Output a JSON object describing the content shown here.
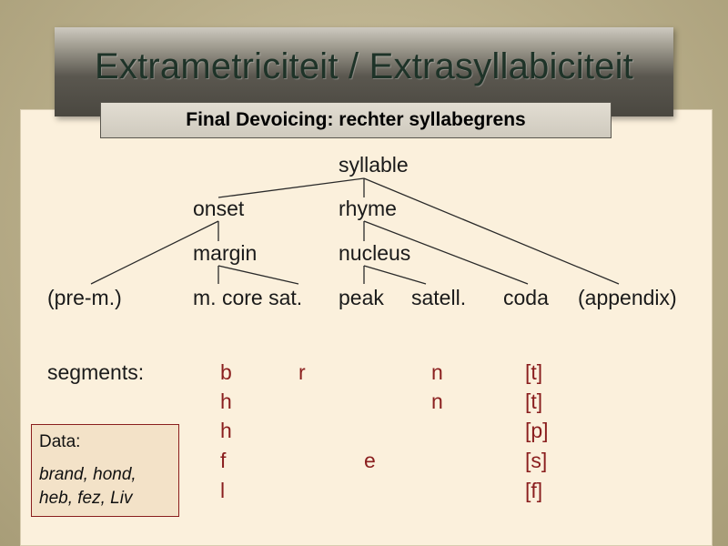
{
  "title": "Extrametriciteit / Extrasyllabiciteit",
  "subtitle": "Final Devoicing: rechter syllabegrens",
  "tree": {
    "syllable": "syllable",
    "onset": "onset",
    "rhyme": "rhyme",
    "margin": "margin",
    "nucleus": "nucleus",
    "pre_margin": "(pre-m.)",
    "margin_core_sat": "m. core sat.",
    "peak": "peak",
    "satell": "satell.",
    "coda": "coda",
    "appendix": "(appendix)"
  },
  "segments_label": "segments:",
  "segments": {
    "row1": [
      "b",
      "r",
      "",
      "n",
      "[t]"
    ],
    "row2": [
      "h",
      "",
      "n",
      "[t]"
    ],
    "row3": [
      "h",
      "",
      "[p]"
    ],
    "row4": [
      "f",
      "e",
      "[s]"
    ],
    "row5": [
      "l",
      "",
      "[f]"
    ]
  },
  "data_box": {
    "heading": "Data:",
    "text": "brand, hond, heb, fez, Liv"
  },
  "colors": {
    "segment_text": "#8a1e1e",
    "slide_background": "#fbf0dc",
    "title_text": "#1e3328"
  }
}
